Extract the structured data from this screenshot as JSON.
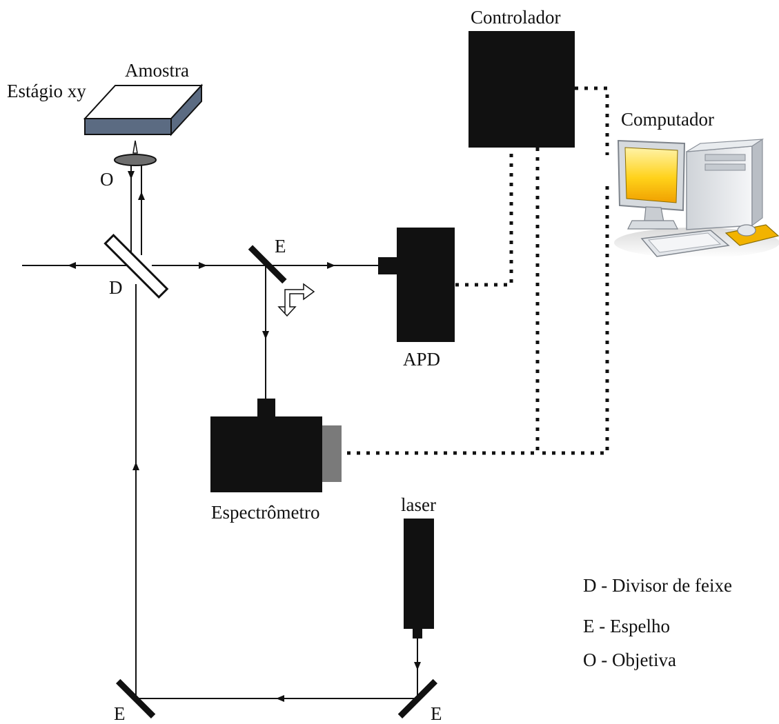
{
  "labels": {
    "controller": "Controlador",
    "sample": "Amostra",
    "stage": "Estágio xy",
    "computer": "Computador",
    "objective_mark": "O",
    "splitter_mark": "D",
    "mirror_mark_top": "E",
    "apd": "APD",
    "spectrometer": "Espectrômetro",
    "laser": "laser",
    "mirror_mark_bottom_left": "E",
    "mirror_mark_bottom_right": "E"
  },
  "legend": [
    "D - Divisor de feixe",
    "E - Espelho",
    "O - Objetiva"
  ],
  "colors": {
    "stroke": "#111111",
    "device": "#111111",
    "stage_side": "#5b6b82",
    "objective": "#6e6e6e",
    "spectrometer_port": "#7a7a7a",
    "screen": "#f4b400"
  }
}
